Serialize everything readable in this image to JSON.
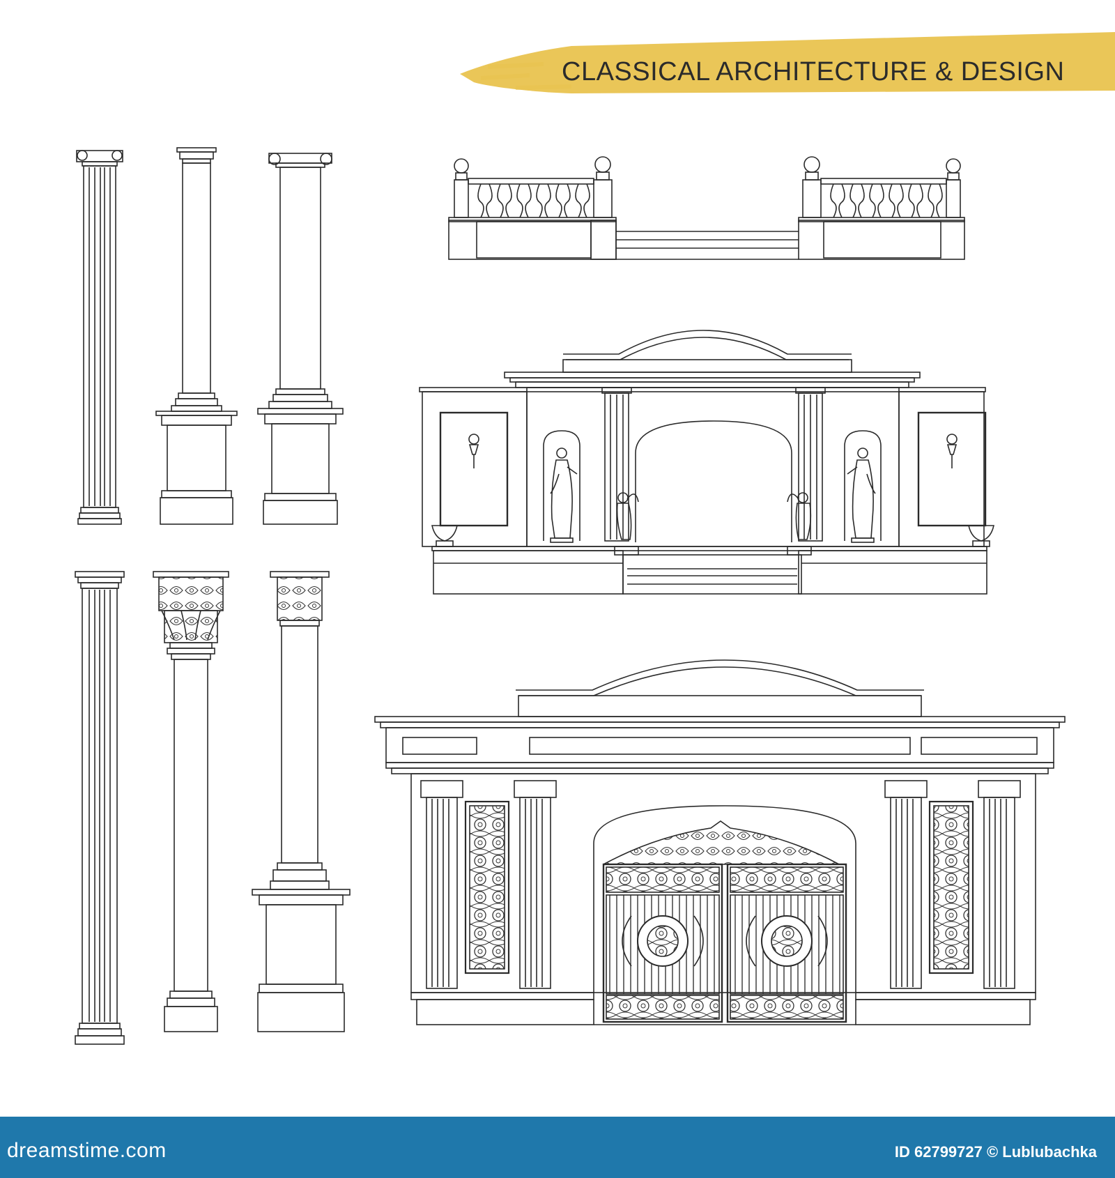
{
  "header": {
    "title": "CLASSICAL  ARCHITECTURE & DESIGN",
    "brush_color": "#e9c34f"
  },
  "drawing": {
    "line_color": "#2a2a2a",
    "elements": [
      "ionic-fluted-column",
      "tuscan-column-on-pedestal",
      "ionic-column-on-pedestal",
      "doric-fluted-column",
      "corinthian-column",
      "corinthian-column-on-pedestal",
      "balustrade",
      "arched-portal-with-statues",
      "gate-with-wrought-iron-doors"
    ]
  },
  "footer": {
    "logo": "dreamstime.com",
    "id_text": "ID 62799727 © Lublubachka",
    "bg_color": "#1f78ab"
  }
}
